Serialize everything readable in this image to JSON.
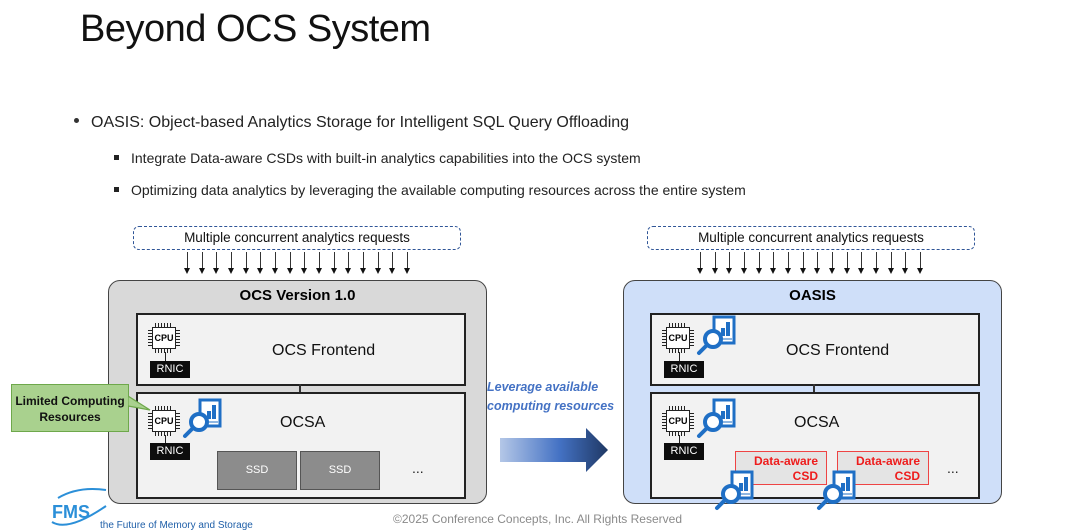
{
  "slide": {
    "title": "Beyond OCS System",
    "bullet": "OASIS: Object-based Analytics Storage for Intelligent SQL Query Offloading",
    "sub_bullets": [
      "Integrate Data-aware CSDs with built-in analytics capabilities into the OCS system",
      "Optimizing data analytics by leveraging the available computing resources across the entire system"
    ]
  },
  "left_system": {
    "requests_label": "Multiple concurrent analytics requests",
    "request_arrow_count": 16,
    "title": "OCS Version 1.0",
    "frontend": {
      "label": "OCS Frontend",
      "cpu_label": "CPU",
      "nic_label": "RNIC",
      "analytics_icon": false
    },
    "ocsa": {
      "label": "OCSA",
      "cpu_label": "CPU",
      "nic_label": "RNIC",
      "analytics_icon": true,
      "drives": [
        "SSD",
        "SSD"
      ],
      "more": "..."
    },
    "callout": "Limited Computing Resources",
    "colors": {
      "fill": "#d9d9d9",
      "border": "#444444"
    }
  },
  "transition": {
    "label_line1": "Leverage available",
    "label_line2": "computing resources",
    "color": "#4472c4"
  },
  "right_system": {
    "requests_label": "Multiple concurrent analytics requests",
    "request_arrow_count": 16,
    "title": "OASIS",
    "frontend": {
      "label": "OCS Frontend",
      "cpu_label": "CPU",
      "nic_label": "RNIC",
      "analytics_icon": true
    },
    "ocsa": {
      "label": "OCSA",
      "cpu_label": "CPU",
      "nic_label": "RNIC",
      "analytics_icon": true,
      "drives": [
        {
          "line1": "Data-aware",
          "line2": "CSD"
        },
        {
          "line1": "Data-aware",
          "line2": "CSD"
        }
      ],
      "more": "..."
    },
    "colors": {
      "fill": "#cfdff9",
      "border": "#444444",
      "csd_text": "#ee1c1c"
    }
  },
  "footer": {
    "copyright": "©2025 Conference Concepts, Inc. All Rights Reserved",
    "logo_text": "FMS",
    "logo_tagline": "the Future of Memory and Storage"
  }
}
